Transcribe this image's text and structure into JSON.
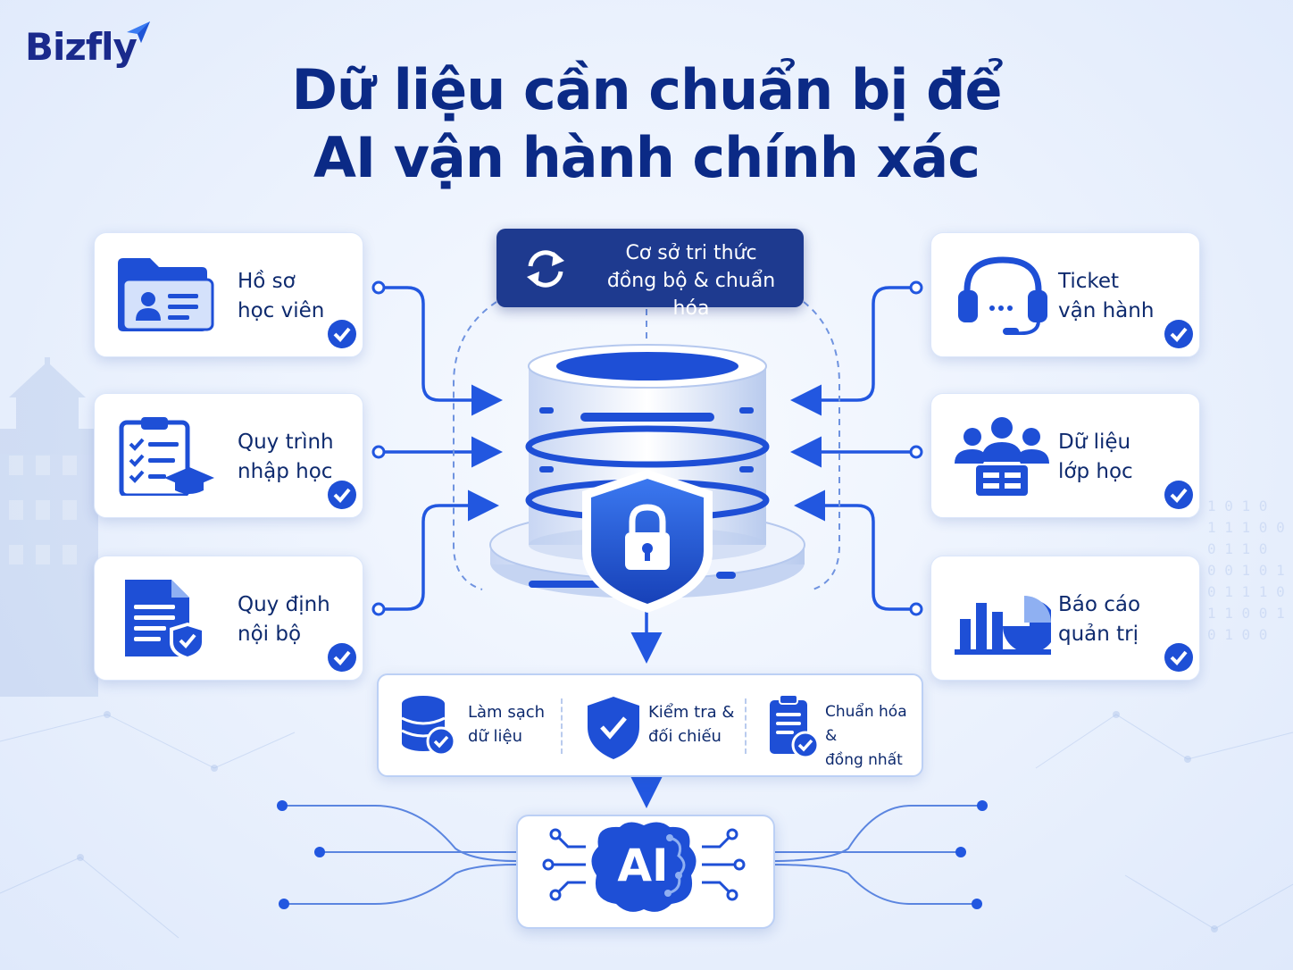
{
  "brand": {
    "logo": "Bizfly"
  },
  "title": {
    "line1": "Dữ liệu cần chuẩn bị để",
    "line2": "AI vận hành chính xác"
  },
  "knowledge_base": {
    "line1": "Cơ sở tri thức",
    "line2": "đồng bộ & chuẩn hóa"
  },
  "sources_left": [
    {
      "line1": "Hồ sơ",
      "line2": "học viên",
      "icon": "student-profile-icon"
    },
    {
      "line1": "Quy trình",
      "line2": "nhập học",
      "icon": "admission-checklist-icon"
    },
    {
      "line1": "Quy định",
      "line2": "nội bộ",
      "icon": "policy-document-icon"
    }
  ],
  "sources_right": [
    {
      "line1": "Ticket",
      "line2": "vận hành",
      "icon": "headset-icon"
    },
    {
      "line1": "Dữ liệu",
      "line2": "lớp học",
      "icon": "class-group-icon"
    },
    {
      "line1": "Báo cáo",
      "line2": "quản trị",
      "icon": "report-chart-icon"
    }
  ],
  "process_steps": [
    {
      "line1": "Làm sạch",
      "line2": "dữ liệu",
      "icon": "database-check-icon"
    },
    {
      "line1": "Kiểm tra &",
      "line2": "đối chiếu",
      "icon": "shield-check-icon"
    },
    {
      "line1": "Chuẩn hóa &",
      "line2": "đồng nhất",
      "icon": "clipboard-check-icon"
    }
  ],
  "ai": {
    "label": "AI"
  },
  "colors": {
    "primary": "#1e4fd6",
    "navy": "#1e3a8f",
    "text": "#0b2a86",
    "background": "#eaf1fd"
  }
}
